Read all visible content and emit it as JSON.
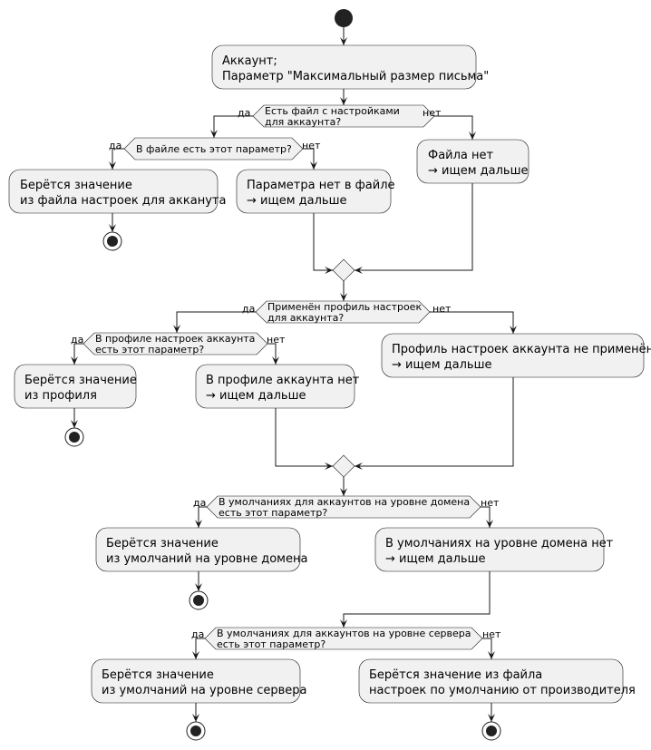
{
  "start": {
    "shape": "filled-circle"
  },
  "actions": {
    "account": {
      "line1": "Аккаунт;",
      "line2": "Параметр \"Максимальный размер письма\""
    },
    "from_account_file": {
      "line1": "Берётся значение",
      "line2": "из файла настроек для акканута"
    },
    "no_param_in_file": {
      "line1": "Параметра нет в файле",
      "line2": "→ ищем дальше"
    },
    "no_file": {
      "line1": "Файла нет",
      "line2": "→ ищем дальше"
    },
    "from_profile": {
      "line1": "Берётся значение",
      "line2": "из профиля"
    },
    "no_in_profile": {
      "line1": "В профиле аккаунта нет",
      "line2": "→ ищем дальше"
    },
    "profile_not_applied": {
      "line1": "Профиль настроек аккаунта не применён",
      "line2": "→ ищем дальше"
    },
    "from_domain_defaults": {
      "line1": "Берётся значение",
      "line2": "из умолчаний на уровне домена"
    },
    "no_domain_defaults": {
      "line1": "В умолчаниях на уровне домена нет",
      "line2": "→ ищем дальше"
    },
    "from_server_defaults": {
      "line1": "Берётся значение",
      "line2": "из умолчаний на уровне сервера"
    },
    "from_vendor_defaults": {
      "line1": "Берётся значение из файла",
      "line2": "настроек по умолчанию от производителя"
    }
  },
  "decisions": {
    "has_file": {
      "line1": "Есть файл с настройками",
      "line2": "для аккаунта?",
      "yes": "да",
      "no": "нет"
    },
    "param_in_file": {
      "line1": "В файле есть этот параметр?",
      "yes": "да",
      "no": "нет"
    },
    "profile_applied": {
      "line1": "Применён профиль настроек",
      "line2": "для аккаунта?",
      "yes": "да",
      "no": "нет"
    },
    "param_in_profile": {
      "line1": "В профиле настроек аккаунта",
      "line2": "есть этот параметр?",
      "yes": "да",
      "no": "нет"
    },
    "param_in_domain": {
      "line1": "В умолчаниях для аккаунтов на уровне домена",
      "line2": "есть этот параметр?",
      "yes": "да",
      "no": "нет"
    },
    "param_in_server": {
      "line1": "В умолчаниях для аккаунтов на уровне сервера",
      "line2": "есть этот параметр?",
      "yes": "да",
      "no": "нет"
    }
  },
  "colors": {
    "node_fill": "#f1f1f1",
    "line": "#181818",
    "background": "#ffffff"
  }
}
